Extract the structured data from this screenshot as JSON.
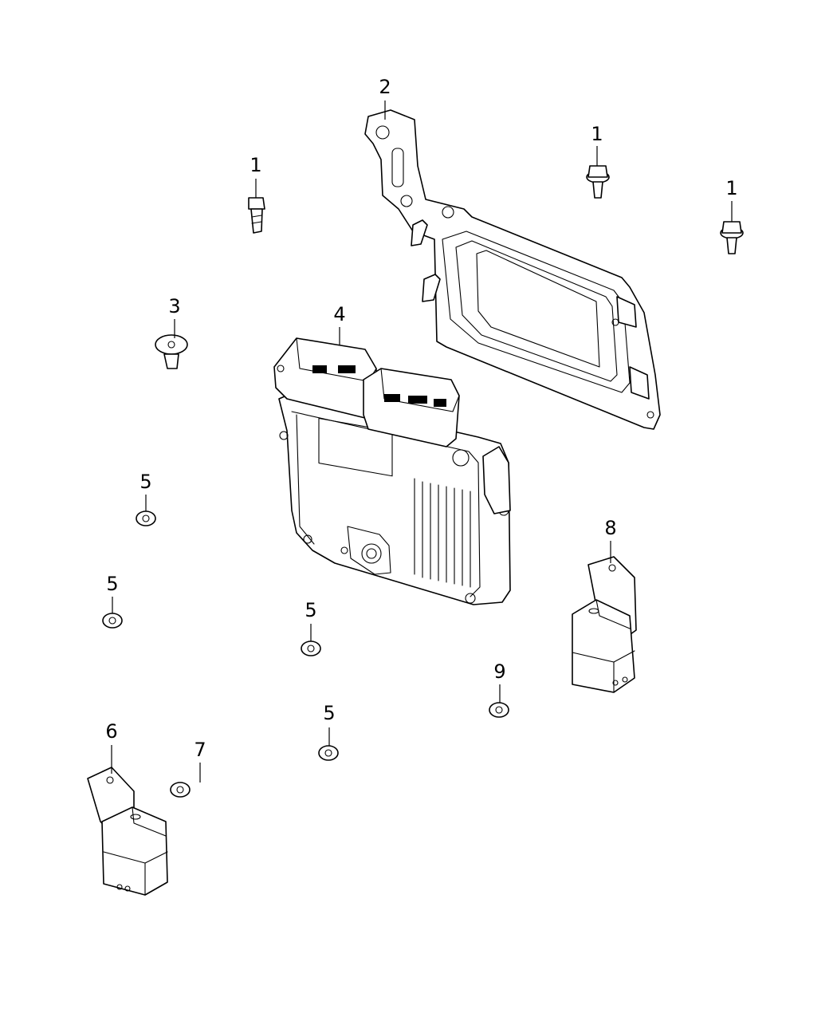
{
  "diagram": {
    "callouts": [
      "1",
      "1",
      "1",
      "2",
      "3",
      "4",
      "5",
      "5",
      "5",
      "5",
      "6",
      "7",
      "8",
      "9"
    ]
  }
}
